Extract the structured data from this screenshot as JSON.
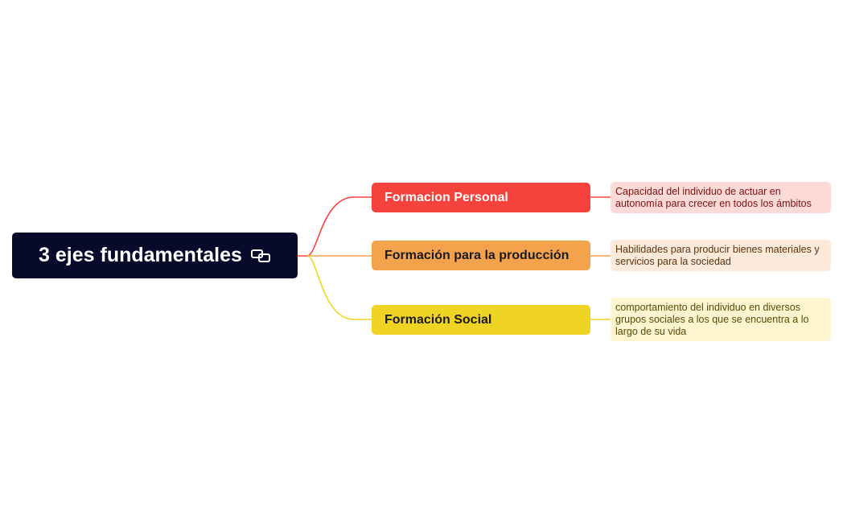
{
  "root": {
    "title": "3 ejes fundamentales",
    "icon": "link-icon"
  },
  "branches": [
    {
      "label": "Formacion Personal",
      "color": "#f5423c",
      "description": "Capacidad del individuo de actuar en autonomía para crecer en todos los ámbitos"
    },
    {
      "label": "Formación para la producción",
      "color": "#f5a24c",
      "description": "Habilidades para producir bienes materiales y servicios para la sociedad"
    },
    {
      "label": "Formación Social",
      "color": "#f0d424",
      "description": "comportamiento del individuo en diversos grupos sociales a los que se encuentra a lo largo de su vida"
    }
  ]
}
